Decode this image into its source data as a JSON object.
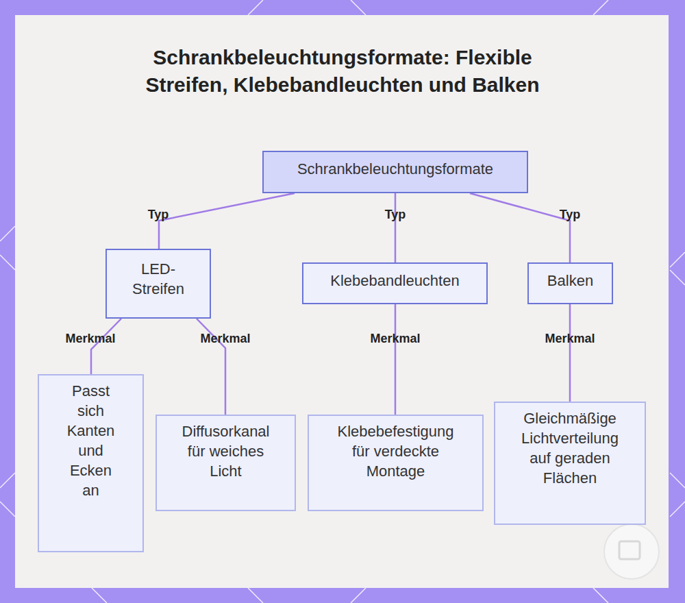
{
  "diagram": {
    "title": "Schrankbeleuchtungsformate: Flexible Streifen, Klebebandleuchten und Balken",
    "nodes": [
      {
        "text": [
          "Schrankbeleuchtungsformate"
        ]
      },
      {
        "text": [
          "LED-Streifen"
        ]
      },
      {
        "text": [
          "Klebebandleuchten"
        ]
      },
      {
        "text": [
          "Balken"
        ]
      },
      {
        "text": [
          "Passt sich Kanten und Ecken an"
        ]
      },
      {
        "text": [
          "Diffusorkanal für weiches Licht"
        ]
      },
      {
        "text": [
          "Klebebefestigung für verdeckte Montage"
        ]
      },
      {
        "text": [
          "Gleichmäßige Lichtverteilung auf geraden Flächen"
        ]
      }
    ],
    "edges": [
      {
        "from": 0,
        "to": 1,
        "arrow": "none",
        "label": "Typ"
      },
      {
        "from": 0,
        "to": 2,
        "arrow": "none",
        "label": "Typ"
      },
      {
        "from": 0,
        "to": 3,
        "arrow": "none",
        "label": "Typ"
      },
      {
        "from": 1,
        "to": 4,
        "arrow": "none",
        "label": "Merkmal"
      },
      {
        "from": 1,
        "to": 5,
        "arrow": "none",
        "label": "Merkmal"
      },
      {
        "from": 2,
        "to": 6,
        "arrow": "none",
        "label": "Merkmal"
      },
      {
        "from": 3,
        "to": 7,
        "arrow": "none",
        "label": "Merkmal"
      }
    ]
  }
}
